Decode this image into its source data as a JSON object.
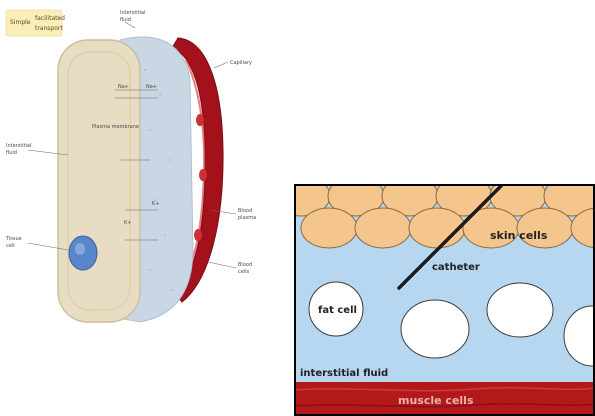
{
  "left_diagram": {
    "legend": [
      "Simple",
      "facilitated",
      "transport"
    ],
    "labels": {
      "interstitial_fluid_top": [
        "Interstitial",
        "fluid"
      ],
      "capillary": "Capillary",
      "interstitial_fluid_left": [
        "Interstitial",
        "fluid"
      ],
      "plasma_membrane": "Plasma membrane",
      "tissue_cell": [
        "Tissue",
        "cell"
      ],
      "blood_plasma": [
        "Blood",
        "plasma"
      ],
      "blood_cells": [
        "Blood",
        "cells"
      ],
      "markers": [
        "Na+",
        "Na+",
        "K+",
        "K+"
      ]
    },
    "colors": {
      "cell_body": "#e8dcc3",
      "interstitial": "#c9d6e4",
      "capillary": "#a3121a",
      "nucleus": "#5a86cc",
      "legend_bg": "#faefb6"
    }
  },
  "right_diagram": {
    "labels": {
      "skin_cells": "skin cells",
      "catheter": "catheter",
      "fat_cell": "fat cell",
      "interstitial_fluid": "interstitial fluid",
      "muscle_cells": "muscle cells"
    },
    "colors": {
      "skin": "#f4c58d",
      "fluid": "#b7d7f0",
      "fat_cell": "#ffffff",
      "muscle": "#b3191b",
      "catheter": "#1a1a1a",
      "border": "#000000"
    }
  }
}
